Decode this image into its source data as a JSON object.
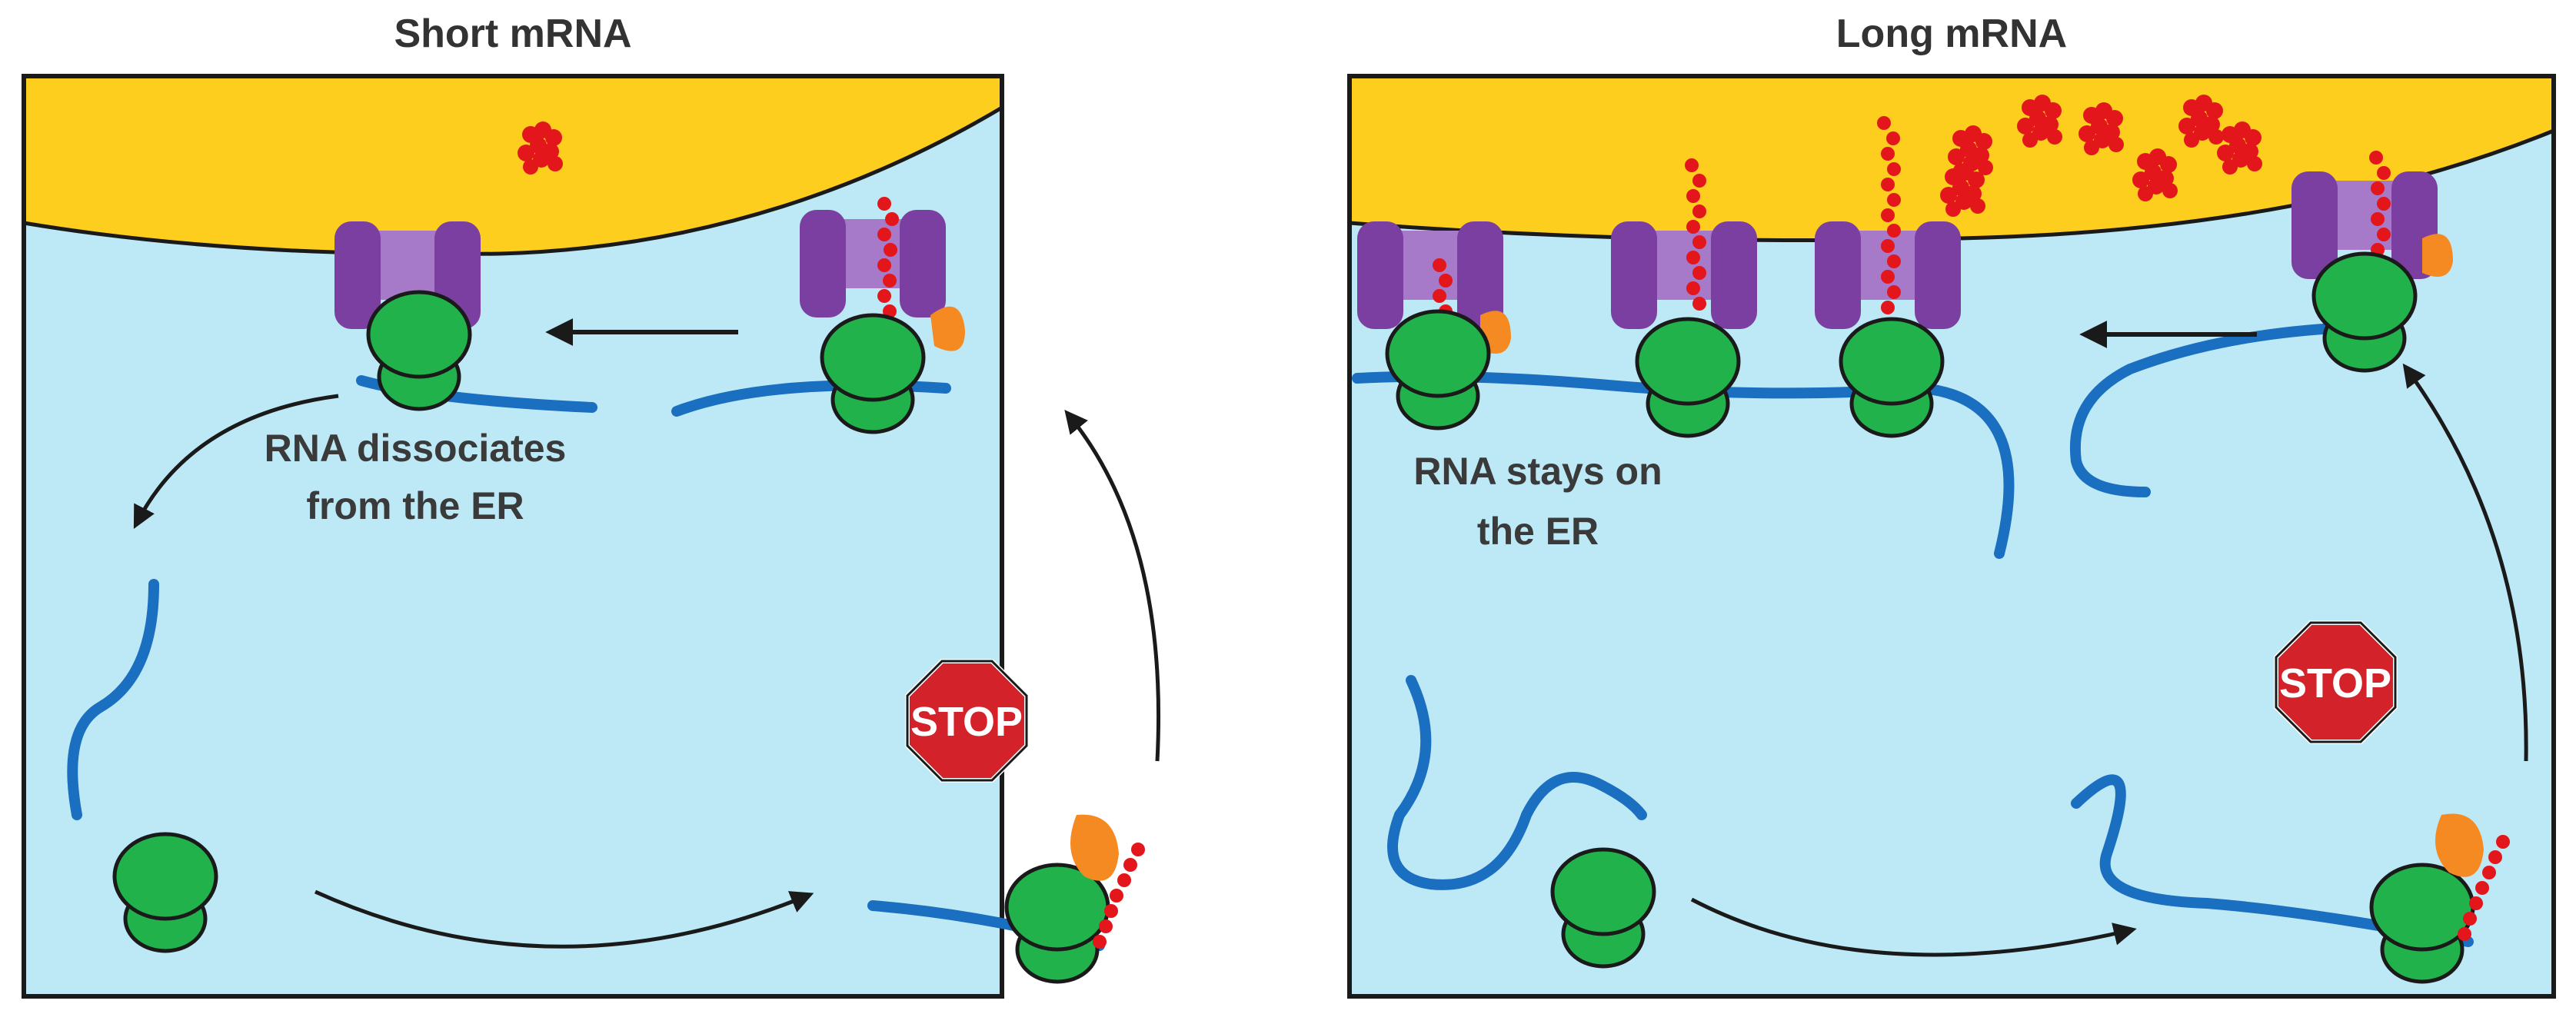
{
  "left_panel": {
    "title": "Short mRNA",
    "annotation_line1": "RNA dissociates",
    "annotation_line2": "from the ER",
    "stop_sign": "STOP"
  },
  "right_panel": {
    "title": "Long mRNA",
    "annotation_line1": "RNA stays on",
    "annotation_line2": "the ER",
    "stop_sign": "STOP"
  },
  "colors": {
    "cytoplasm": "#bde9f6",
    "er_lumen": "#fece1f",
    "mrna": "#1a6fc0",
    "ribosome": "#22b24c",
    "translocon": "#7a3fa0",
    "translocon_channel": "#a779c9",
    "signal_recognition": "#f58a22",
    "peptide": "#e3161b",
    "stop_sign": "#d3222a",
    "arrow": "#1a1a1a",
    "outline": "#1a1a1a"
  }
}
